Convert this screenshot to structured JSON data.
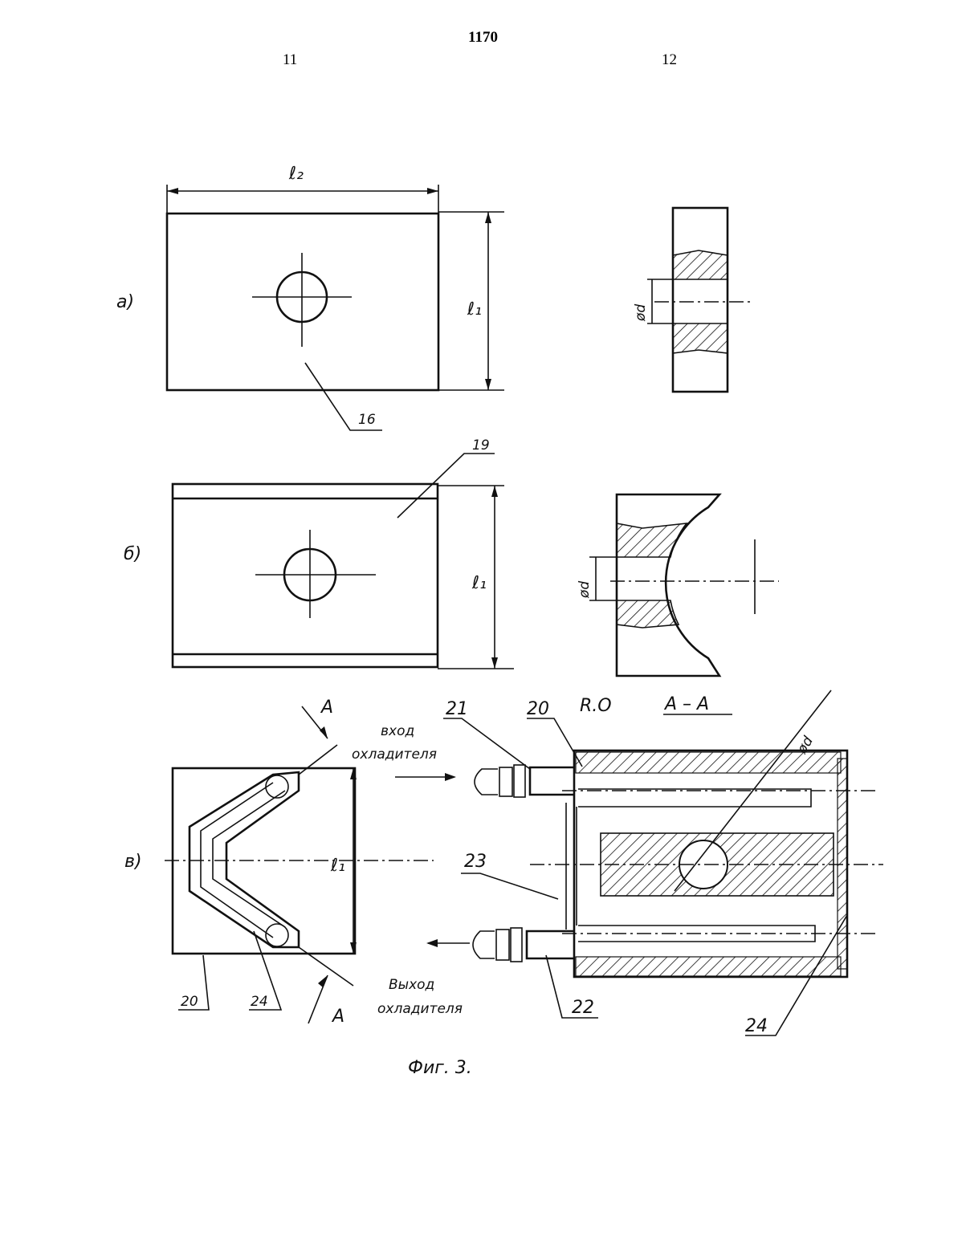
{
  "header": {
    "page_number": "1170",
    "col_left": "11",
    "col_right": "12"
  },
  "labels": {
    "view_a": "а)",
    "view_b": "б)",
    "view_c": "в)",
    "dim_l2": "ℓ₂",
    "dim_l1": "ℓ₁",
    "dim_d": "ød",
    "ref_16": "16",
    "ref_19": "19",
    "ref_20": "20",
    "ref_21": "21",
    "ref_22": "22",
    "ref_23": "23",
    "ref_24": "24",
    "section_mark": "A",
    "section_title": "A – A",
    "scale_note": "R.O",
    "inlet_line1": "вход",
    "inlet_line2": "охладителя",
    "outlet_line1": "Выход",
    "outlet_line2": "охладителя",
    "figure_caption": "Фиг. 3."
  },
  "colors": {
    "ink": "#111111",
    "paper": "#ffffff"
  }
}
